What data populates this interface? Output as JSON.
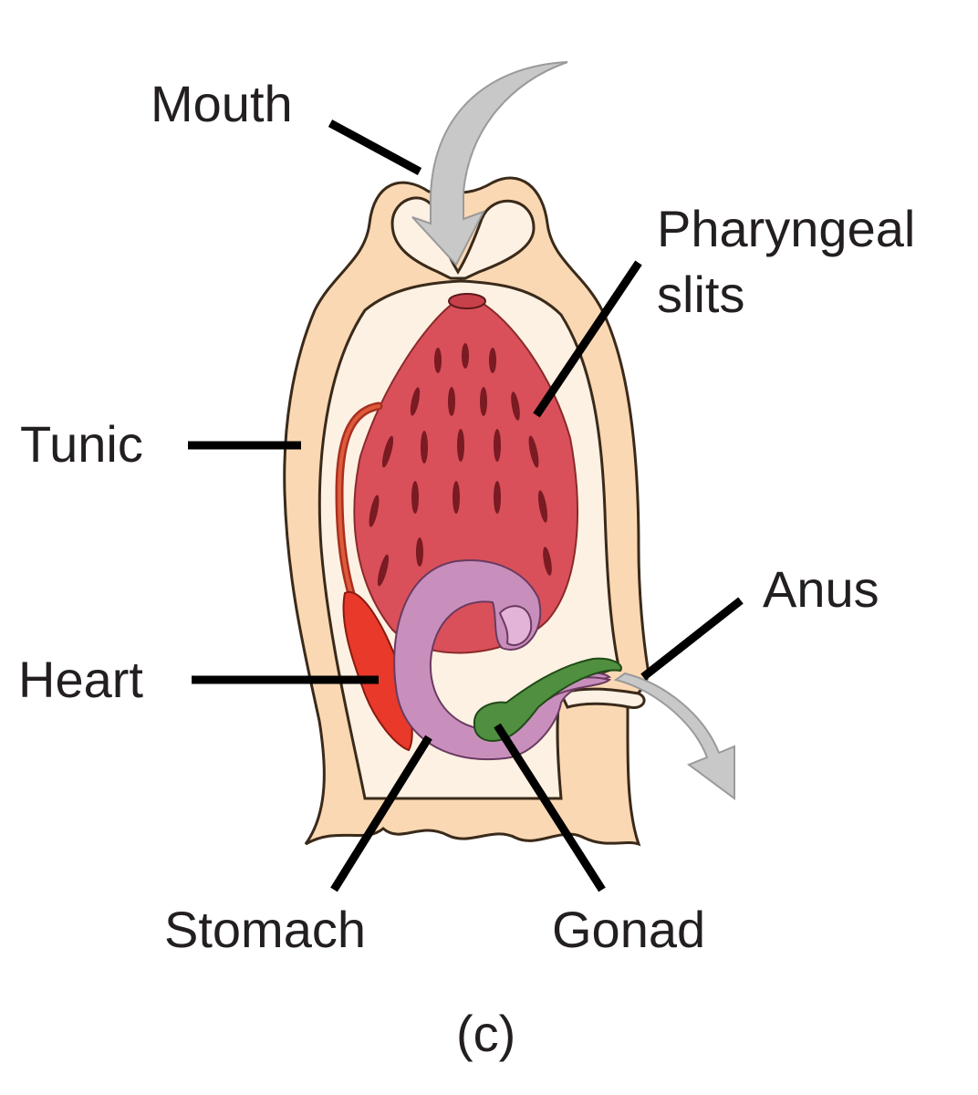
{
  "labels": {
    "mouth": "Mouth",
    "pharyngeal_line1": "Pharyngeal",
    "pharyngeal_line2": "slits",
    "tunic": "Tunic",
    "anus": "Anus",
    "heart": "Heart",
    "stomach": "Stomach",
    "gonad": "Gonad",
    "panel": "(c)"
  },
  "colors": {
    "tunic": "#fbd8b4",
    "interior": "#fdf1e3",
    "pharynx": "#d9505a",
    "slits": "#7a1a22",
    "stomach": "#c98fbc",
    "heart": "#e8392a",
    "gonad": "#4f8f3f",
    "arrow": "#c8c8c8"
  }
}
